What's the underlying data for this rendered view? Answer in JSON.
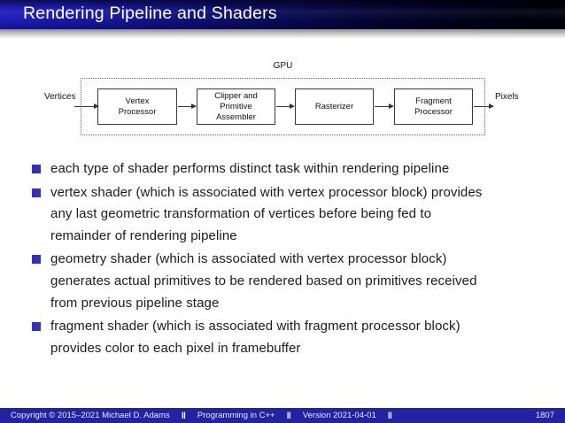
{
  "header": {
    "title": "Rendering Pipeline and Shaders"
  },
  "diagram": {
    "gpu_label": "GPU",
    "input_label": "Vertices",
    "output_label": "Pixels",
    "boxes": [
      {
        "label": "Vertex\nProcessor"
      },
      {
        "label": "Clipper and\nPrimitive\nAssembler"
      },
      {
        "label": "Rasterizer"
      },
      {
        "label": "Fragment\nProcessor"
      }
    ]
  },
  "bullets": [
    {
      "text": "each type of shader performs distinct task within rendering pipeline"
    },
    {
      "text": "vertex shader (which is associated with vertex processor block) provides\nany last geometric transformation of vertices before being fed to\nremainder of rendering pipeline"
    },
    {
      "text": "geometry shader (which is associated with vertex processor block)\ngenerates actual primitives to be rendered based on primitives received\nfrom previous pipeline stage"
    },
    {
      "text": "fragment shader (which is associated with fragment processor block)\nprovides color to each pixel in framebuffer"
    }
  ],
  "footer": {
    "copyright": "Copyright © 2015–2021 Michael D. Adams",
    "course": "Programming in C++",
    "version": "Version 2021-04-01",
    "separator": "‖",
    "page": "1807"
  },
  "colors": {
    "structure_blue": "#3333b3",
    "footer_bg": "#2222a2",
    "header_gradient_start": "#1d1dbb",
    "header_gradient_end": "#00000a"
  }
}
